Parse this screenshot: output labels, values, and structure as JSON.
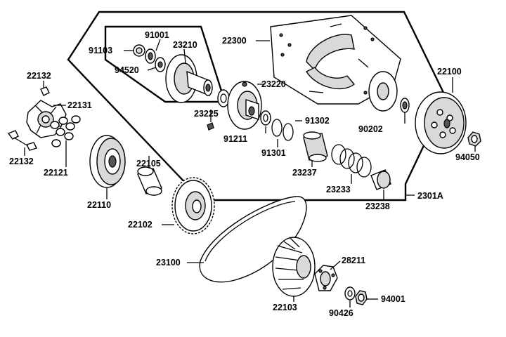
{
  "callouts": {
    "c22132a": "22132",
    "c22131": "22131",
    "c22132b": "22132",
    "c22121": "22121",
    "c22110": "22110",
    "c22105": "22105",
    "c22102": "22102",
    "c91103": "91103",
    "c91001": "91001",
    "c94520": "94520",
    "c23210": "23210",
    "c22300": "22300",
    "c23220": "23220",
    "c23225": "23225",
    "c91211": "91211",
    "c91301": "91301",
    "c91302": "91302",
    "c23237": "23237",
    "c23233": "23233",
    "c23238": "23238",
    "c90202": "90202",
    "c22100": "22100",
    "c94050": "94050",
    "c2301A": "2301A",
    "c23100": "23100",
    "c28211": "28211",
    "c22103": "22103",
    "c94001": "94001",
    "c90426": "90426"
  }
}
